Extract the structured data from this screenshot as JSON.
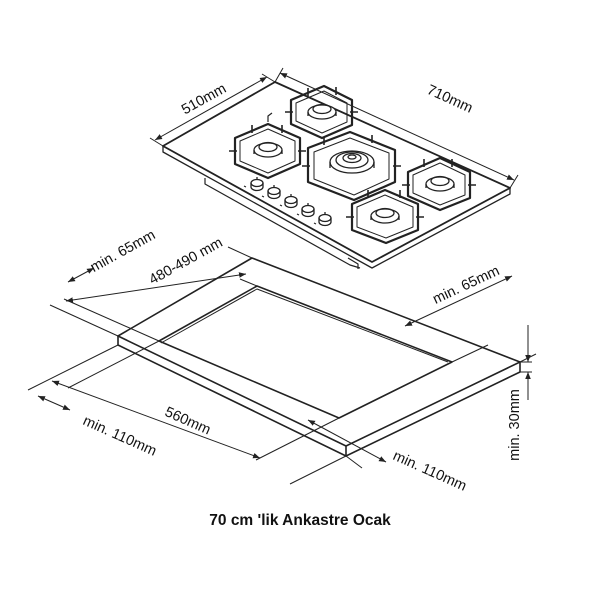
{
  "caption": "70 cm 'lik Ankastre Ocak",
  "dimensions": {
    "hob_depth": "510mm",
    "hob_width": "710mm",
    "clearance_left_top": "min. 65mm",
    "cutout_depth": "480-490 mm",
    "clearance_right_top": "min. 65mm",
    "cutout_width": "560mm",
    "clearance_left_bottom": "min. 110mm",
    "clearance_right_bottom": "min. 110mm",
    "counter_thickness": "min. 30mm"
  }
}
